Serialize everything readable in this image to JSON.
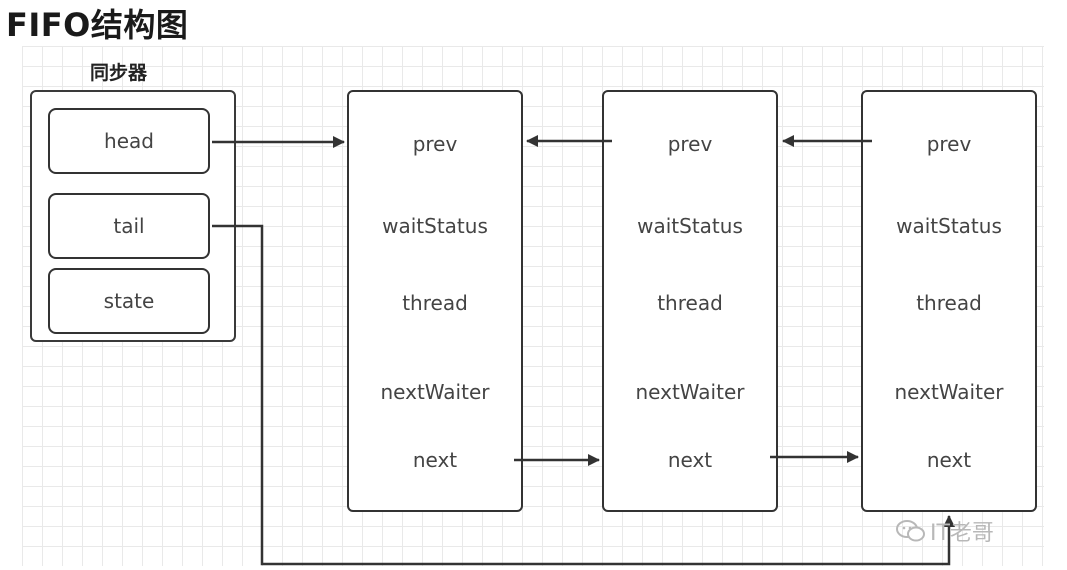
{
  "title": "FIFO结构图",
  "synchronizer": {
    "label": "同步器",
    "fields": [
      "head",
      "tail",
      "state"
    ]
  },
  "node_fields": [
    "prev",
    "waitStatus",
    "thread",
    "nextWaiter",
    "next"
  ],
  "nodes": [
    {
      "fields": [
        "prev",
        "waitStatus",
        "thread",
        "nextWaiter",
        "next"
      ]
    },
    {
      "fields": [
        "prev",
        "waitStatus",
        "thread",
        "nextWaiter",
        "next"
      ]
    },
    {
      "fields": [
        "prev",
        "waitStatus",
        "thread",
        "nextWaiter",
        "next"
      ]
    }
  ],
  "watermark": {
    "text": "IT老哥",
    "icon": "wechat-icon"
  },
  "colors": {
    "stroke": "#333333",
    "grid": "#e9e9e9",
    "watermark": "#b8b8b8"
  }
}
